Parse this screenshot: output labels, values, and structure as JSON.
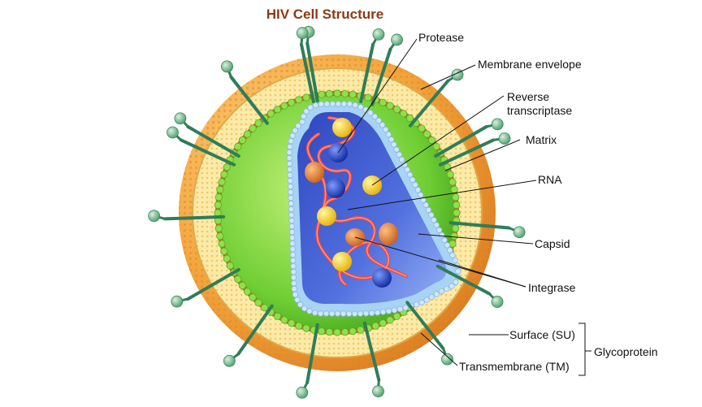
{
  "title": "HIV Cell Structure",
  "labels": {
    "protease": "Protease",
    "membrane_envelope": "Membrane envelope",
    "reverse_transcriptase_line1": "Reverse",
    "reverse_transcriptase_line2": "transcriptase",
    "matrix": "Matrix",
    "rna": "RNA",
    "capsid": "Capsid",
    "integrase": "Integrase",
    "surface_su": "Surface (SU)",
    "transmembrane_tm": "Transmembrane (TM)",
    "glycoprotein": "Glycoprotein"
  },
  "colors": {
    "title": "#8b3a12",
    "envelope_orange": "#f0a43a",
    "lipid_yellow": "#fde7a0",
    "matrix_green": "#7bd13a",
    "capsid_blue": "#4a63d6",
    "capsid_border": "#9cc7f0",
    "rna_red": "#e8413a",
    "protease_blue": "#1f3fc4",
    "rt_yellow": "#f7d21a",
    "integrase_orange": "#e0782c",
    "spike_green": "#2f7d5a",
    "knob_green": "#7fc79a"
  }
}
